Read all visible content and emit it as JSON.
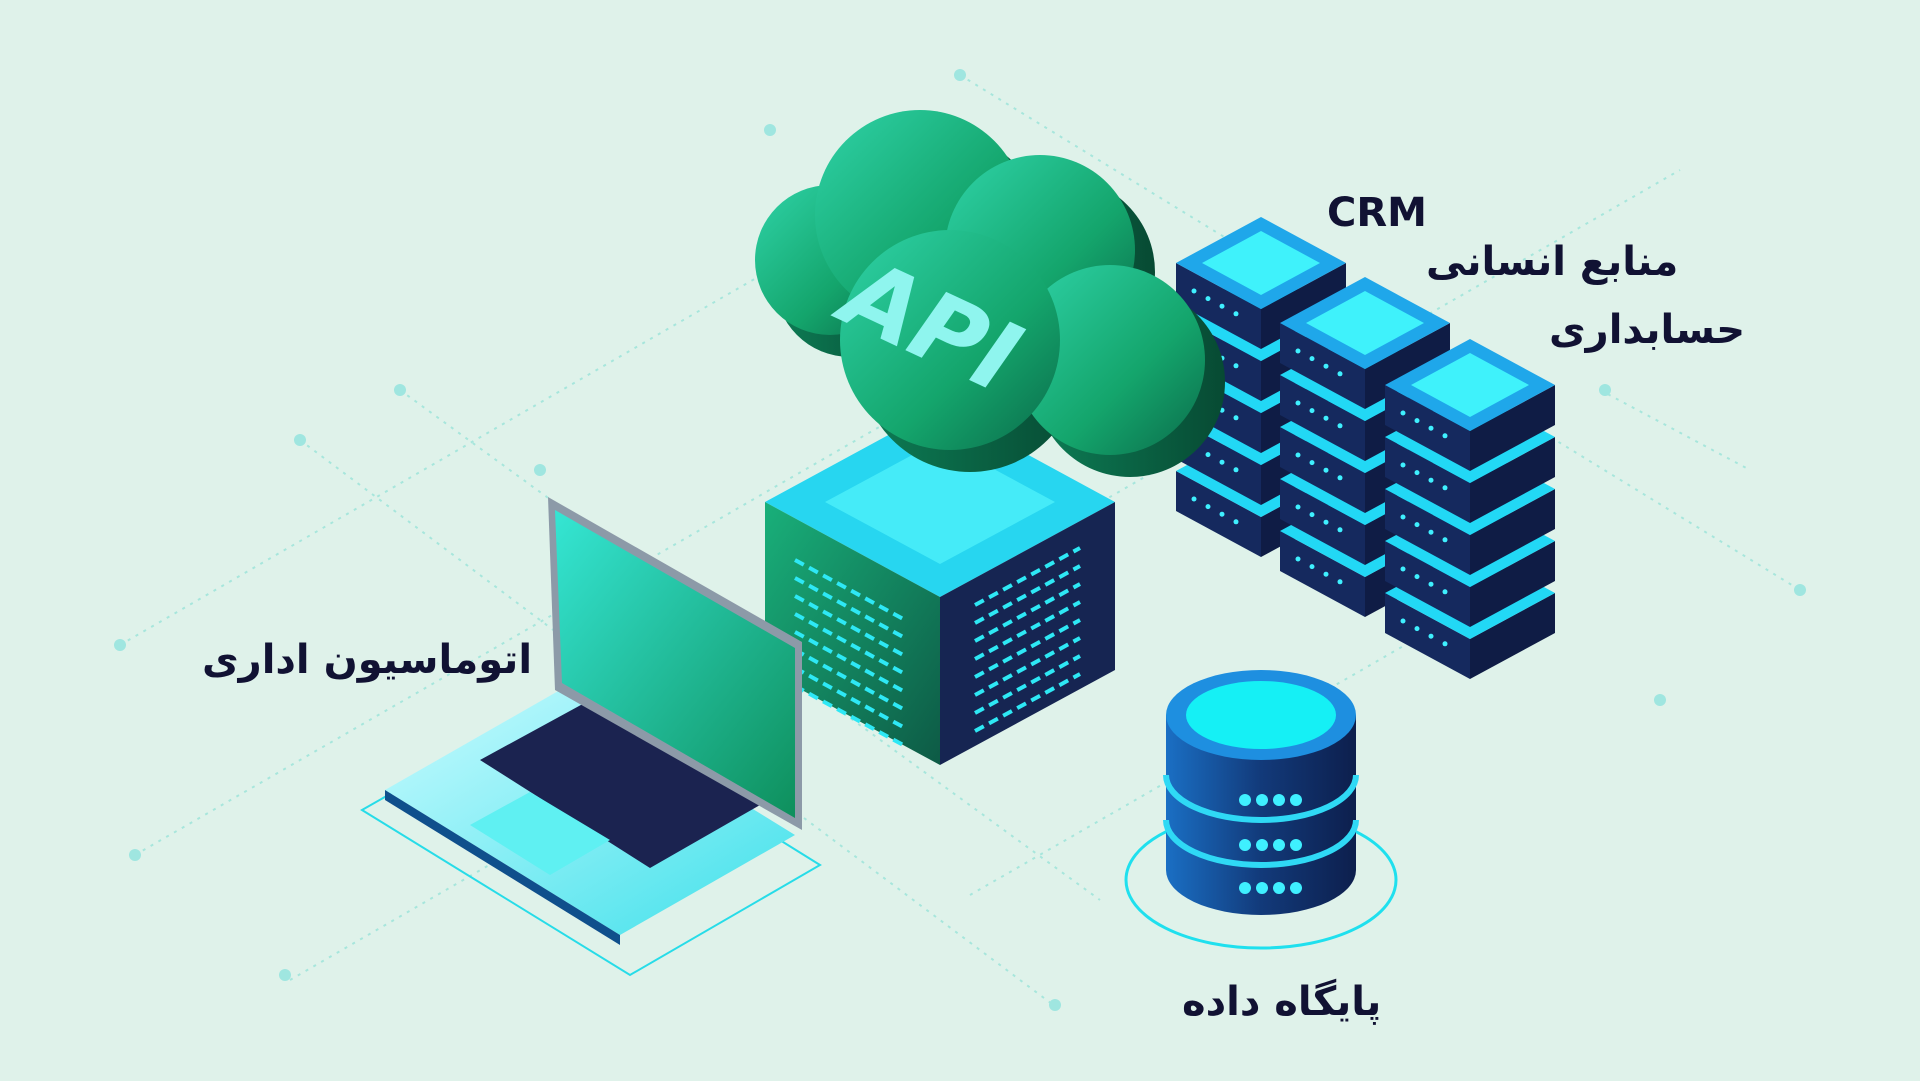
{
  "labels": {
    "crm": "CRM",
    "hr": "منابع انسانی",
    "accounting": "حسابداری",
    "office_automation": "اتوماسیون اداری",
    "database": "پایگاه داده",
    "api": "API"
  },
  "colors": {
    "background": "#dff2ea",
    "text": "#111233",
    "cyan": "#19e6f0",
    "navy": "#14234f",
    "green": "#10a36a",
    "dark_green": "#0b6b4a"
  }
}
